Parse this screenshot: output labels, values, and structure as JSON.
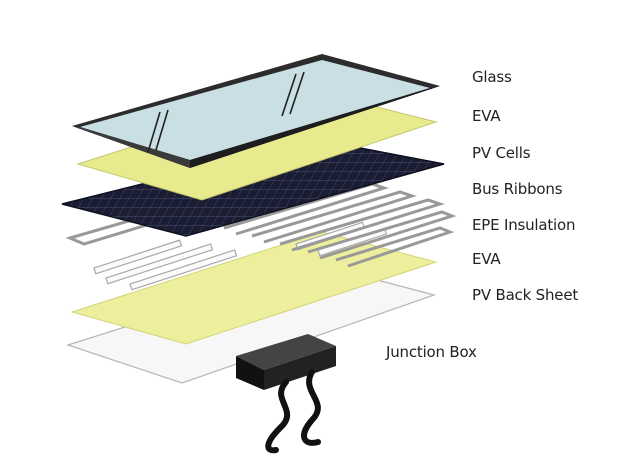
{
  "labels": {
    "glass": "Glass",
    "eva_top": "EVA",
    "pv_cells": "PV Cells",
    "bus_ribbons": "Bus Ribbons",
    "epe_insulation": "EPE Insulation",
    "eva_bottom": "EVA",
    "pv_back_sheet": "PV Back Sheet",
    "junction_box": "Junction Box"
  },
  "colors": {
    "glass": "#c9dfe3",
    "frame": "#2c2c2c",
    "eva": "#e8ea8e",
    "pv_cells": "#1b1d33",
    "ribbon": "#9a9a9a",
    "back_sheet": "#f7f7f7",
    "junction_box": "#1a1a1a"
  }
}
